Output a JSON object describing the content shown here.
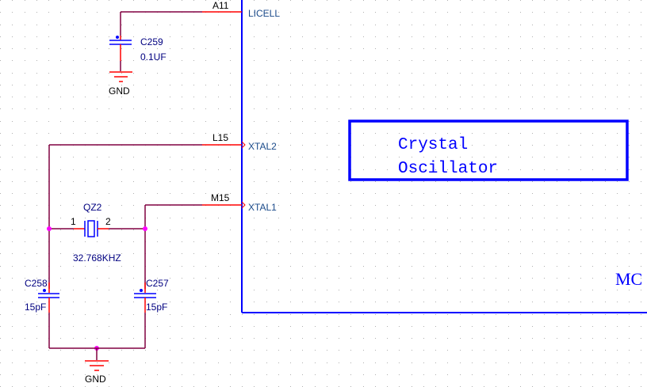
{
  "title_block": {
    "line1": "Crystal",
    "line2": "Oscillator",
    "color": "#0000ff"
  },
  "chip": {
    "partial_label": "MC",
    "pins": [
      {
        "number": "A11",
        "name": "LICELL"
      },
      {
        "number": "L15",
        "name": "XTAL2"
      },
      {
        "number": "M15",
        "name": "XTAL1"
      }
    ]
  },
  "components": {
    "c259": {
      "ref": "C259",
      "value": "0.1UF"
    },
    "qz2": {
      "ref": "QZ2",
      "value": "32.768KHZ",
      "pin1": "1",
      "pin2": "2"
    },
    "c258": {
      "ref": "C258",
      "value": "15pF"
    },
    "c257": {
      "ref": "C257",
      "value": "15pF"
    },
    "gnd_top": {
      "label": "GND"
    },
    "gnd_bottom": {
      "label": "GND"
    }
  },
  "colors": {
    "wire": "#800040",
    "pin": "#ff0000",
    "part": "#0000ff",
    "text": "#000080",
    "junction": "#ff00ff",
    "grid": "#b0b0b0"
  }
}
